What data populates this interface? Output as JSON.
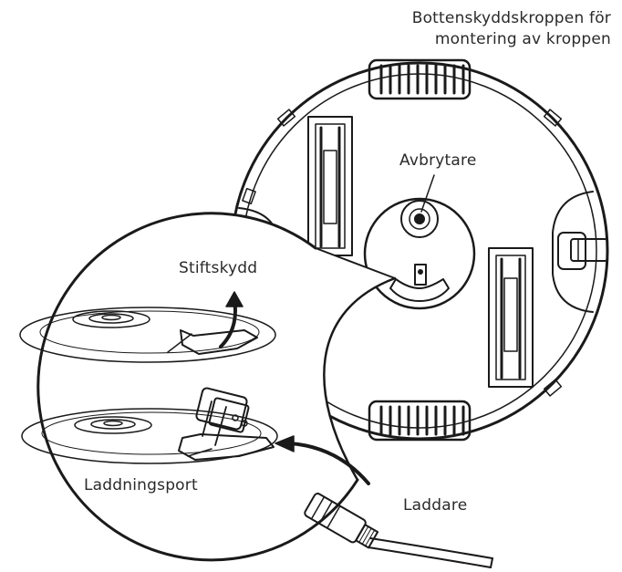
{
  "labels": {
    "body_cover_line1": "Bottenskyddskroppen för",
    "body_cover_line2": "montering av kroppen",
    "switch": "Avbrytare",
    "pin_cover": "Stiftskydd",
    "charging_port": "Laddningsport",
    "charger": "Laddare"
  },
  "colors": {
    "line": "#1a1a1a",
    "background": "#ffffff"
  }
}
